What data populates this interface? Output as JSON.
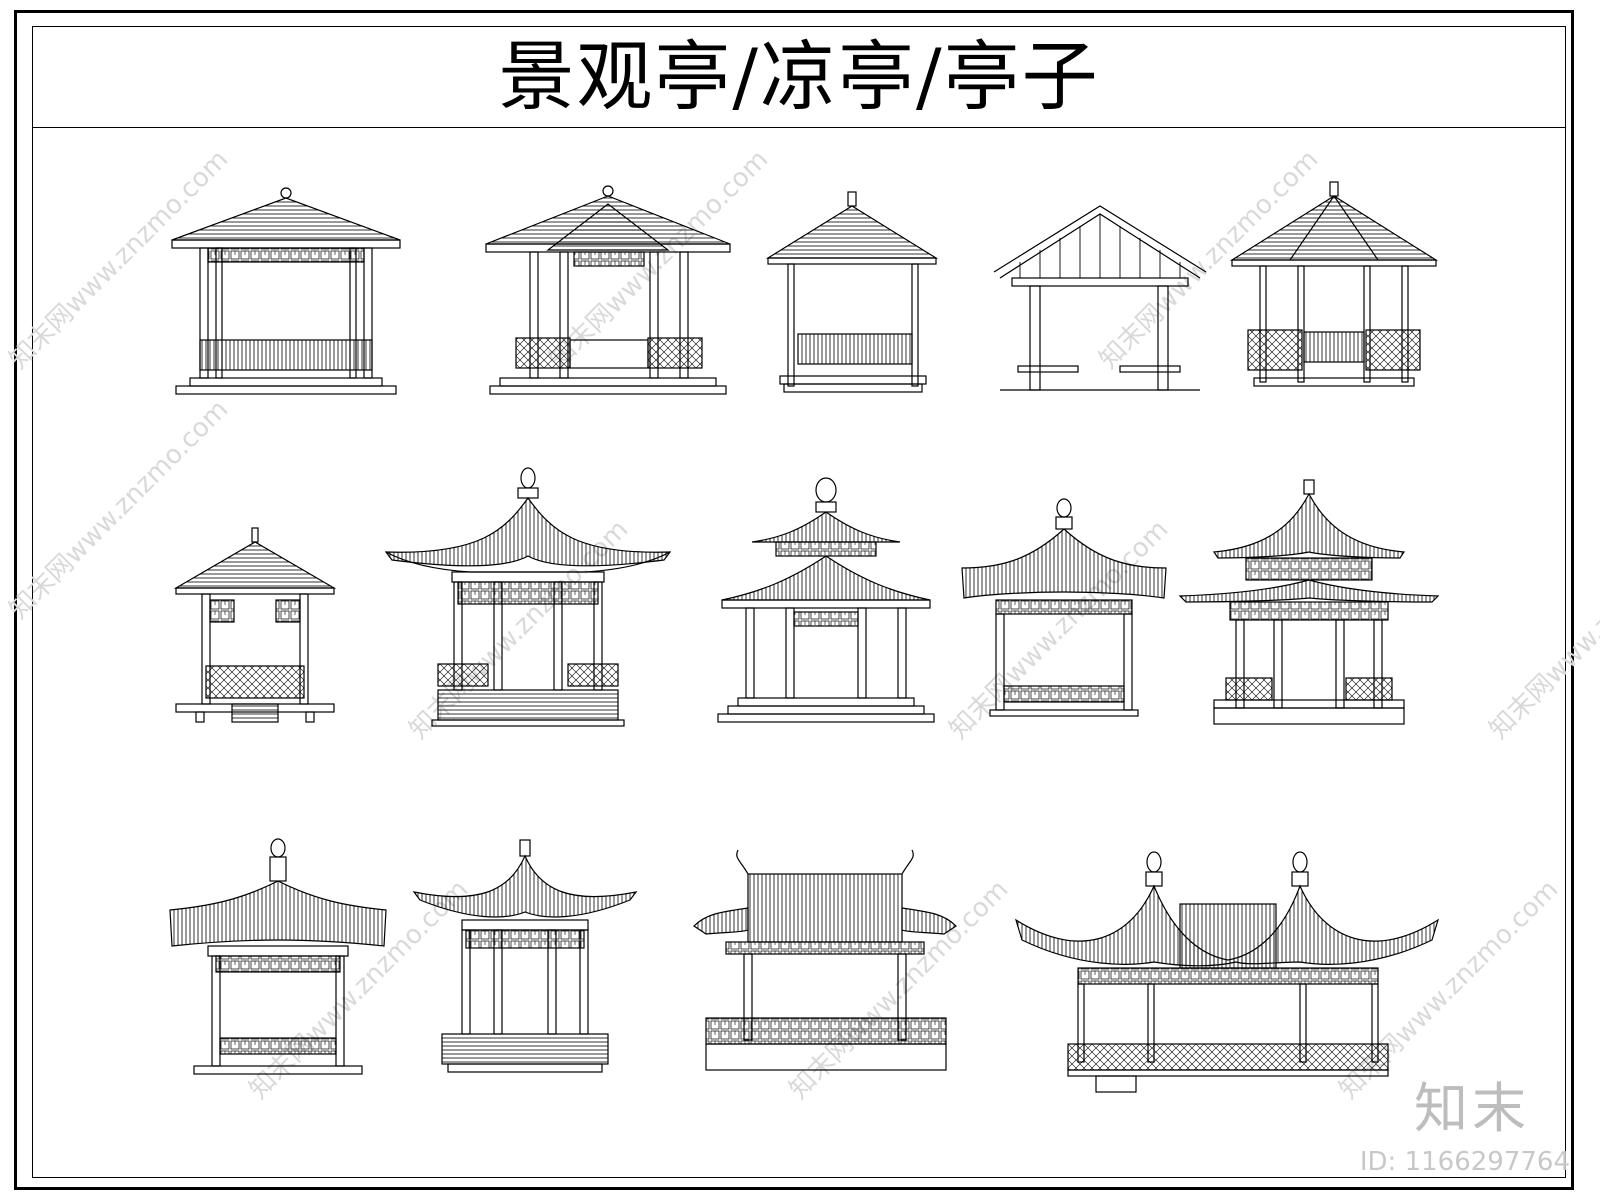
{
  "title": "景观亭/凉亭/亭子",
  "watermark": {
    "brand": "知末",
    "id_label": "ID: 1166297764",
    "repeat_text": "知末网www.znzmo.com"
  },
  "colors": {
    "line": "#000000",
    "watermark": "#d9d9d9",
    "background": "#ffffff"
  },
  "pavilions": [
    {
      "id": 1,
      "style": "modern-hip-roof"
    },
    {
      "id": 2,
      "style": "modern-double-gable"
    },
    {
      "id": 3,
      "style": "simple-pyramid-roof"
    },
    {
      "id": 4,
      "style": "timber-gable-frame"
    },
    {
      "id": 5,
      "style": "hexagonal-pyramid-roof"
    },
    {
      "id": 6,
      "style": "small-pyramid-roof-platform"
    },
    {
      "id": 7,
      "style": "classical-upturned-eaves"
    },
    {
      "id": 8,
      "style": "double-eave-round"
    },
    {
      "id": 9,
      "style": "classical-single-eave"
    },
    {
      "id": 10,
      "style": "double-eave-upturned"
    },
    {
      "id": 11,
      "style": "classical-single-eave-screen"
    },
    {
      "id": 12,
      "style": "hexagonal-upturned-eaves"
    },
    {
      "id": 13,
      "style": "gable-roof-balustrade"
    },
    {
      "id": 14,
      "style": "twin-pavilion-corridor"
    }
  ]
}
